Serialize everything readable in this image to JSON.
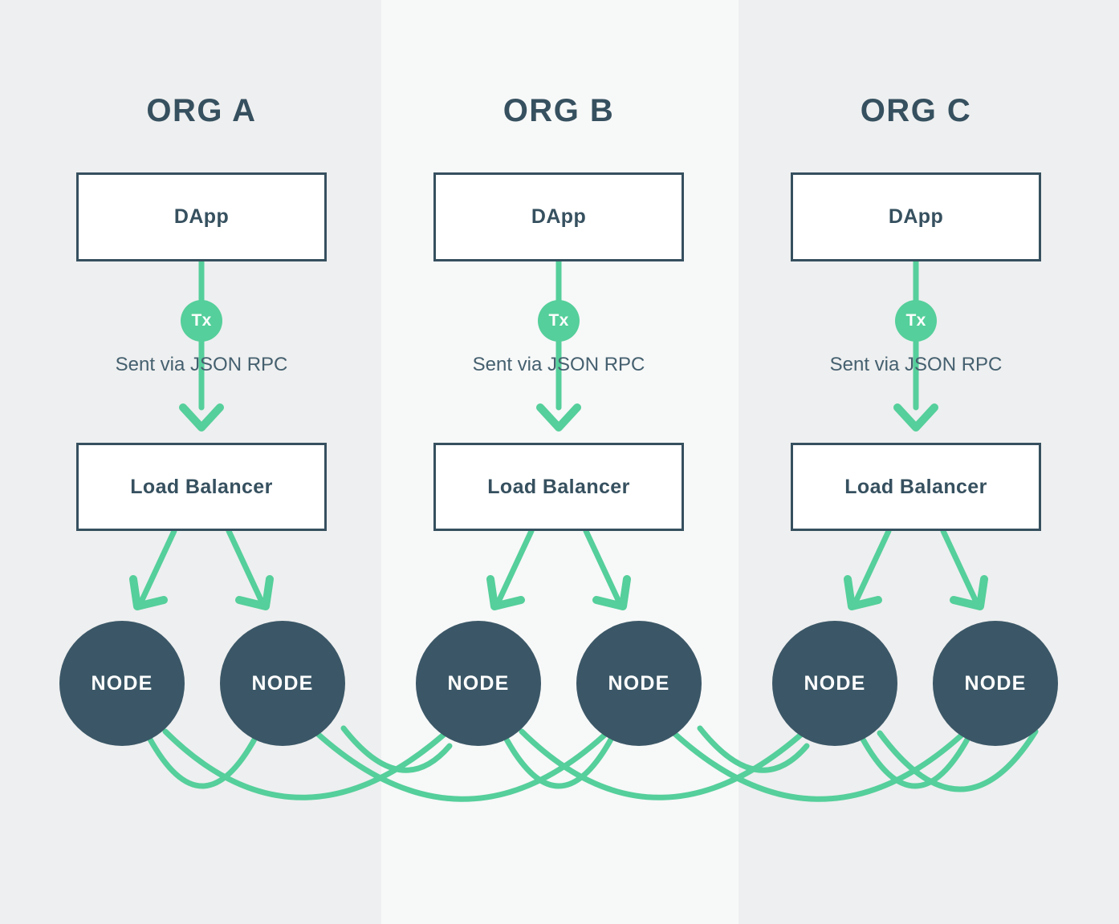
{
  "diagram": {
    "title_color": "#36505f",
    "accent_green": "#55cf9b",
    "node_fill": "#3b5767",
    "band_light": "#f7f8f8",
    "band_gray": "#eeeff0",
    "box_fill": "#ffffff"
  },
  "columns": [
    {
      "title": "ORG A",
      "dapp_label": "DApp",
      "tx_label": "Tx",
      "rpc_label": "Sent via JSON RPC",
      "lb_label": "Load Balancer",
      "nodes": [
        {
          "label": "NODE"
        },
        {
          "label": "NODE"
        }
      ]
    },
    {
      "title": "ORG B",
      "dapp_label": "DApp",
      "tx_label": "Tx",
      "rpc_label": "Sent via JSON RPC",
      "lb_label": "Load Balancer",
      "nodes": [
        {
          "label": "NODE"
        },
        {
          "label": "NODE"
        }
      ]
    },
    {
      "title": "ORG C",
      "dapp_label": "DApp",
      "tx_label": "Tx",
      "rpc_label": "Sent via JSON RPC",
      "lb_label": "Load Balancer",
      "nodes": [
        {
          "label": "NODE"
        },
        {
          "label": "NODE"
        }
      ]
    }
  ]
}
